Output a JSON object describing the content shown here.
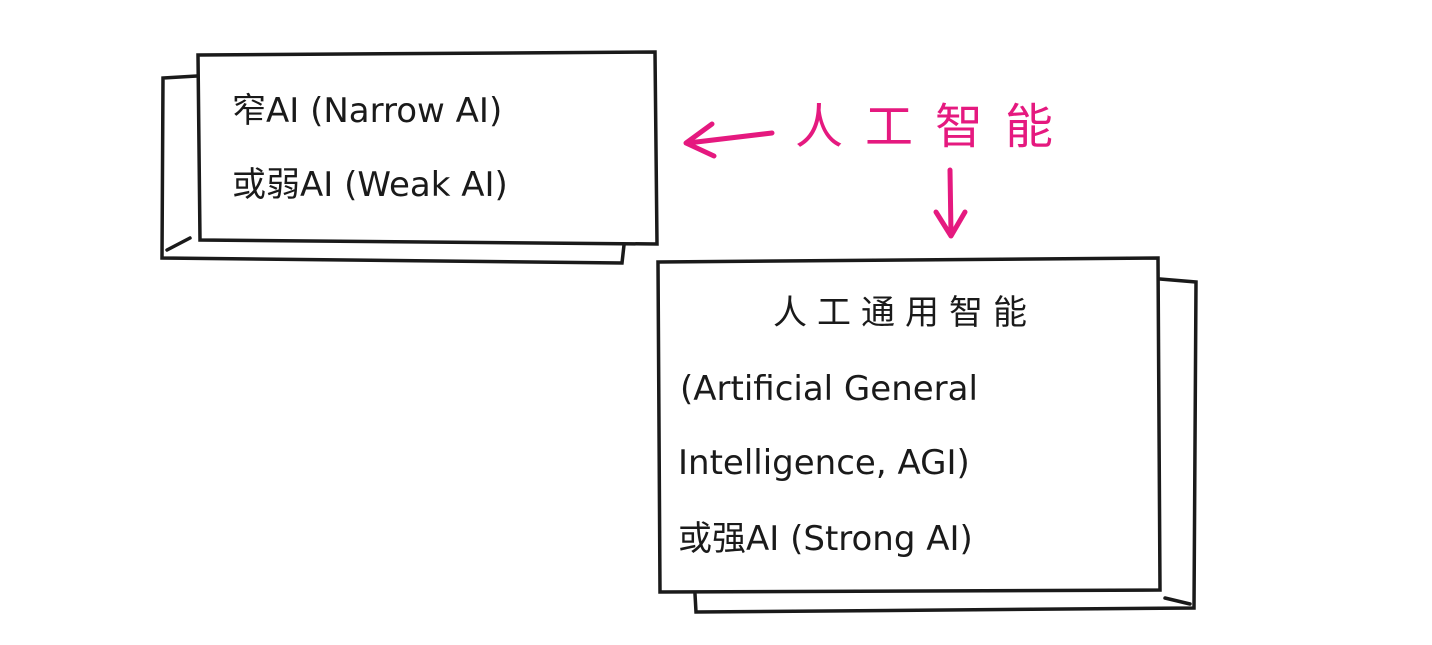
{
  "title": "人工智能",
  "accent_color": "#e5197f",
  "narrow_box": {
    "lines": [
      "窄AI (Narrow AI)",
      "或弱AI (Weak AI)"
    ]
  },
  "general_box": {
    "lines": [
      "人工通用智能",
      "(Artificial General",
      "Intelligence, AGI)",
      "或强AI (Strong AI)"
    ]
  }
}
